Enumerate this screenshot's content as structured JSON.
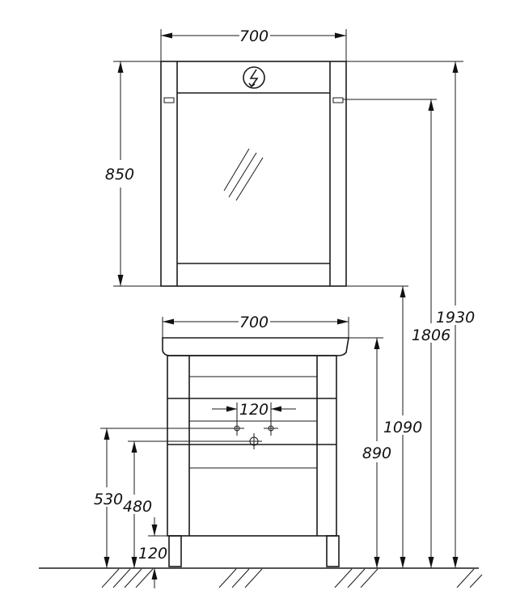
{
  "dimensions": {
    "mirror_width": "700",
    "mirror_height": "850",
    "cabinet_width": "700",
    "tap_spacing": "120",
    "total_height": "1930",
    "light_height": "1806",
    "mirror_bottom_height": "1090",
    "cabinet_height": "890",
    "supply_height": "530",
    "drain_height": "480",
    "legs_height": "120"
  },
  "icons": {
    "socket": "electric-outlet-icon",
    "mirror_reflection": "mirror-glare-icon",
    "tap": "tap-crosshair-icon",
    "drain": "drain-crosshair-icon",
    "floor": "floor-hatch-icon"
  },
  "colors": {
    "ink": "#1a1a1a",
    "background": "#ffffff"
  }
}
